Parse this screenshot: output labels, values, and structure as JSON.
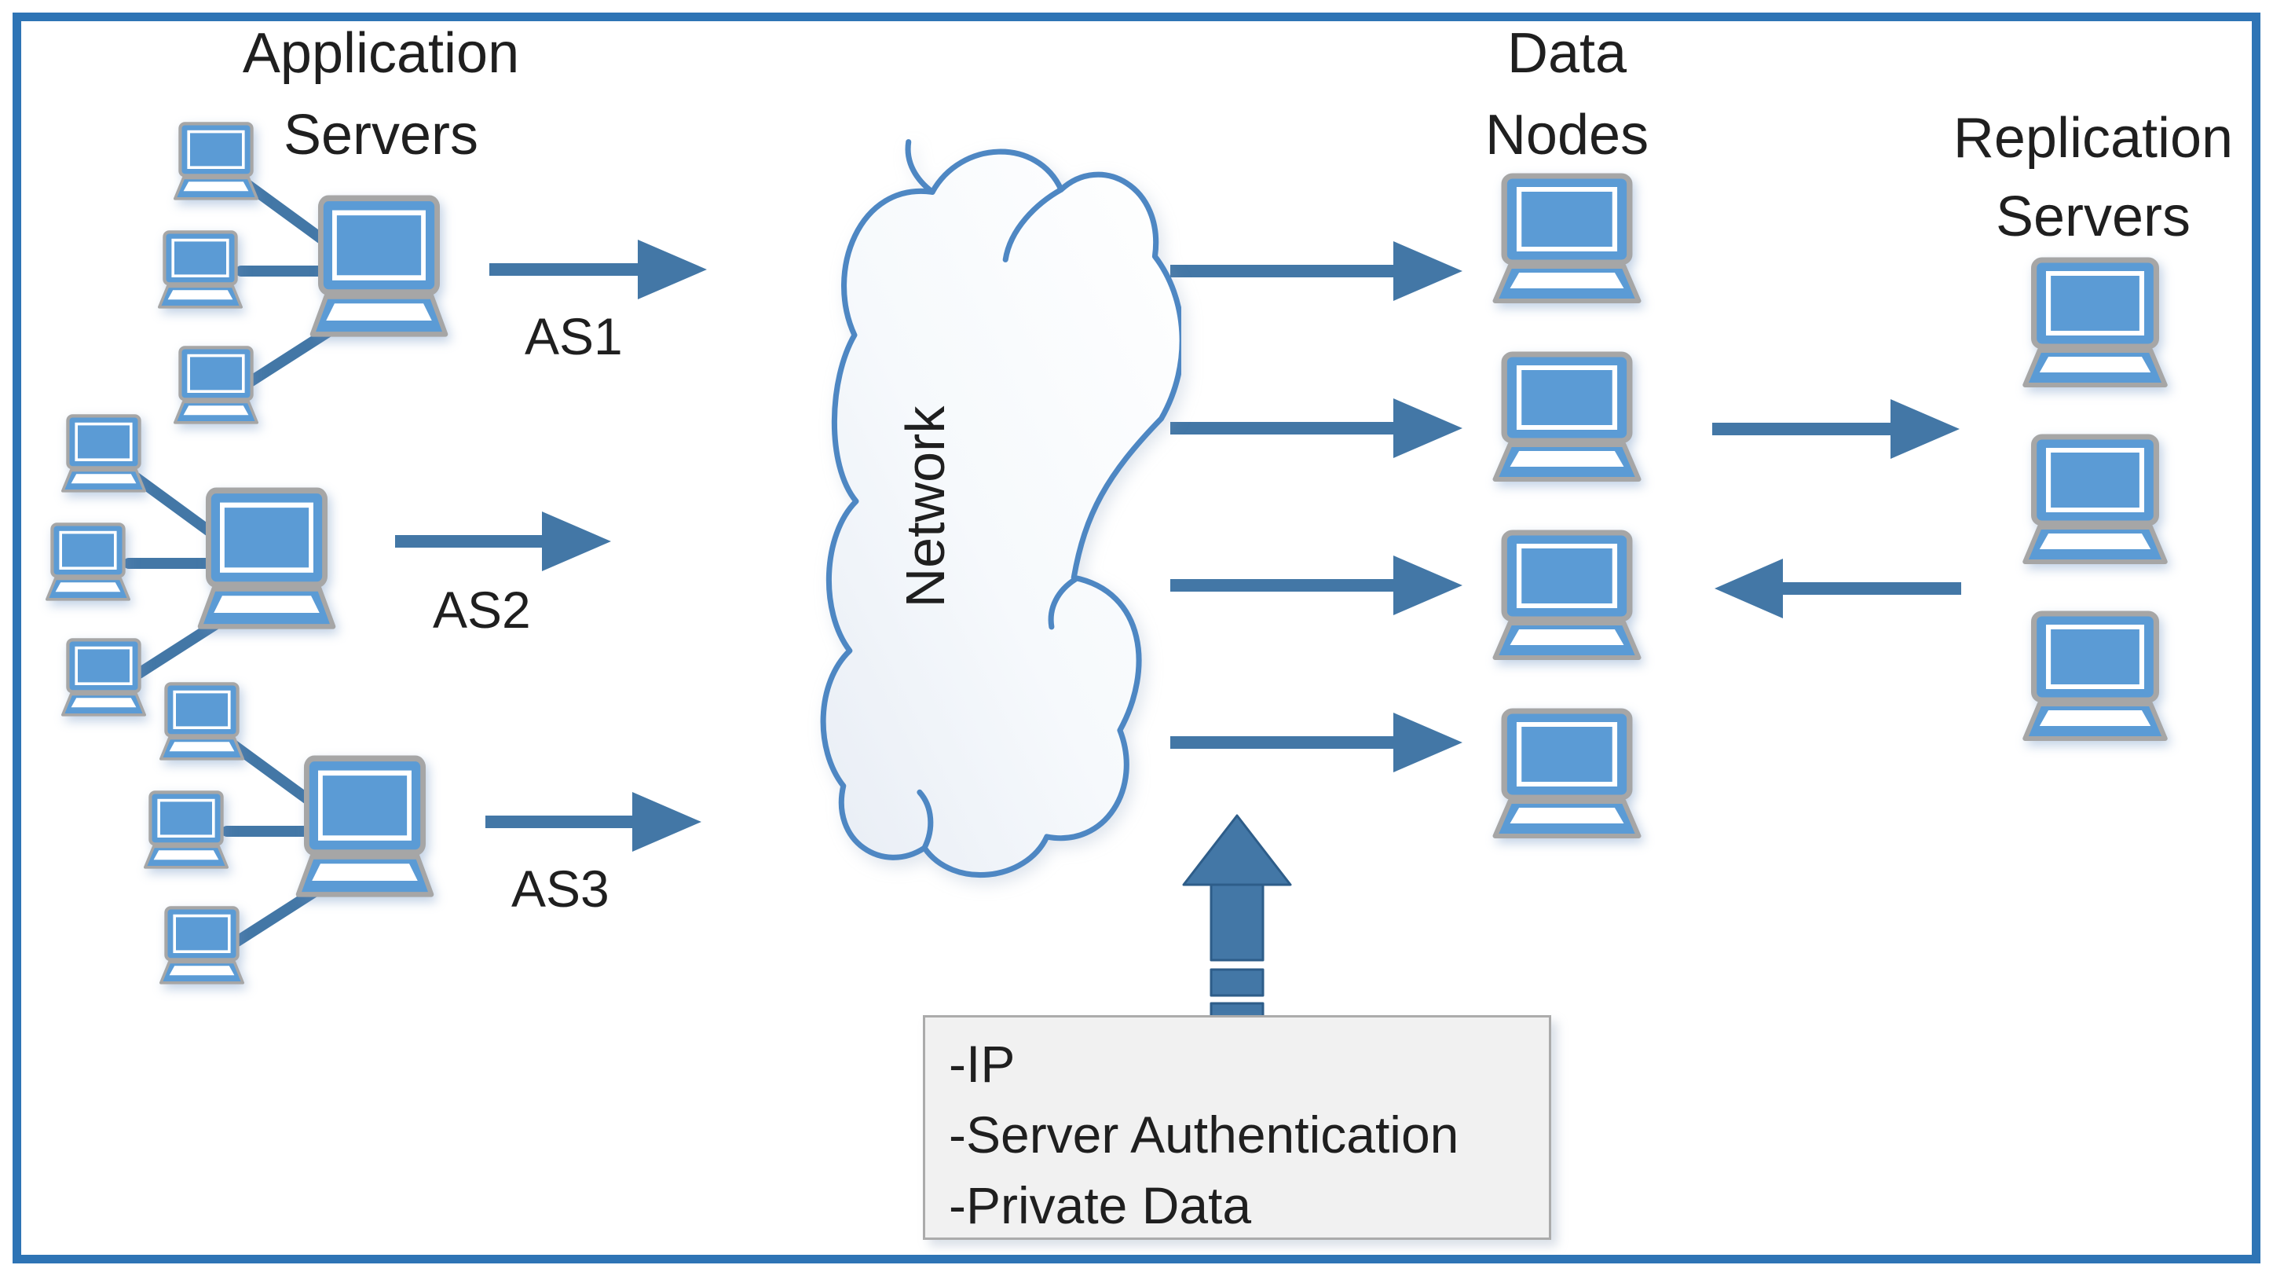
{
  "figure": {
    "application_servers": {
      "title_lines": [
        "Application",
        "Servers"
      ],
      "clusters": [
        {
          "label": "AS1"
        },
        {
          "label": "AS2"
        },
        {
          "label": "AS3"
        }
      ]
    },
    "network_cloud": {
      "label": "Network"
    },
    "data_nodes": {
      "title_lines": [
        "Data",
        "Nodes"
      ],
      "count": 4
    },
    "replication_servers": {
      "title_lines": [
        "Replication",
        "Servers"
      ],
      "count": 3
    },
    "secure_channel_note": {
      "lines": [
        "-IP",
        "-Server Authentication",
        "-Private Data"
      ]
    },
    "colors": {
      "laptop_fill": "#5B9BD5",
      "laptop_outline": "#A6A6A6",
      "connector": "#4377A6",
      "cloud_stroke": "#4E87C3",
      "frame_border": "#2E74B5",
      "note_background": "#F1F1F1",
      "note_border": "#ABABAB",
      "text": "#1F1F1F"
    }
  }
}
